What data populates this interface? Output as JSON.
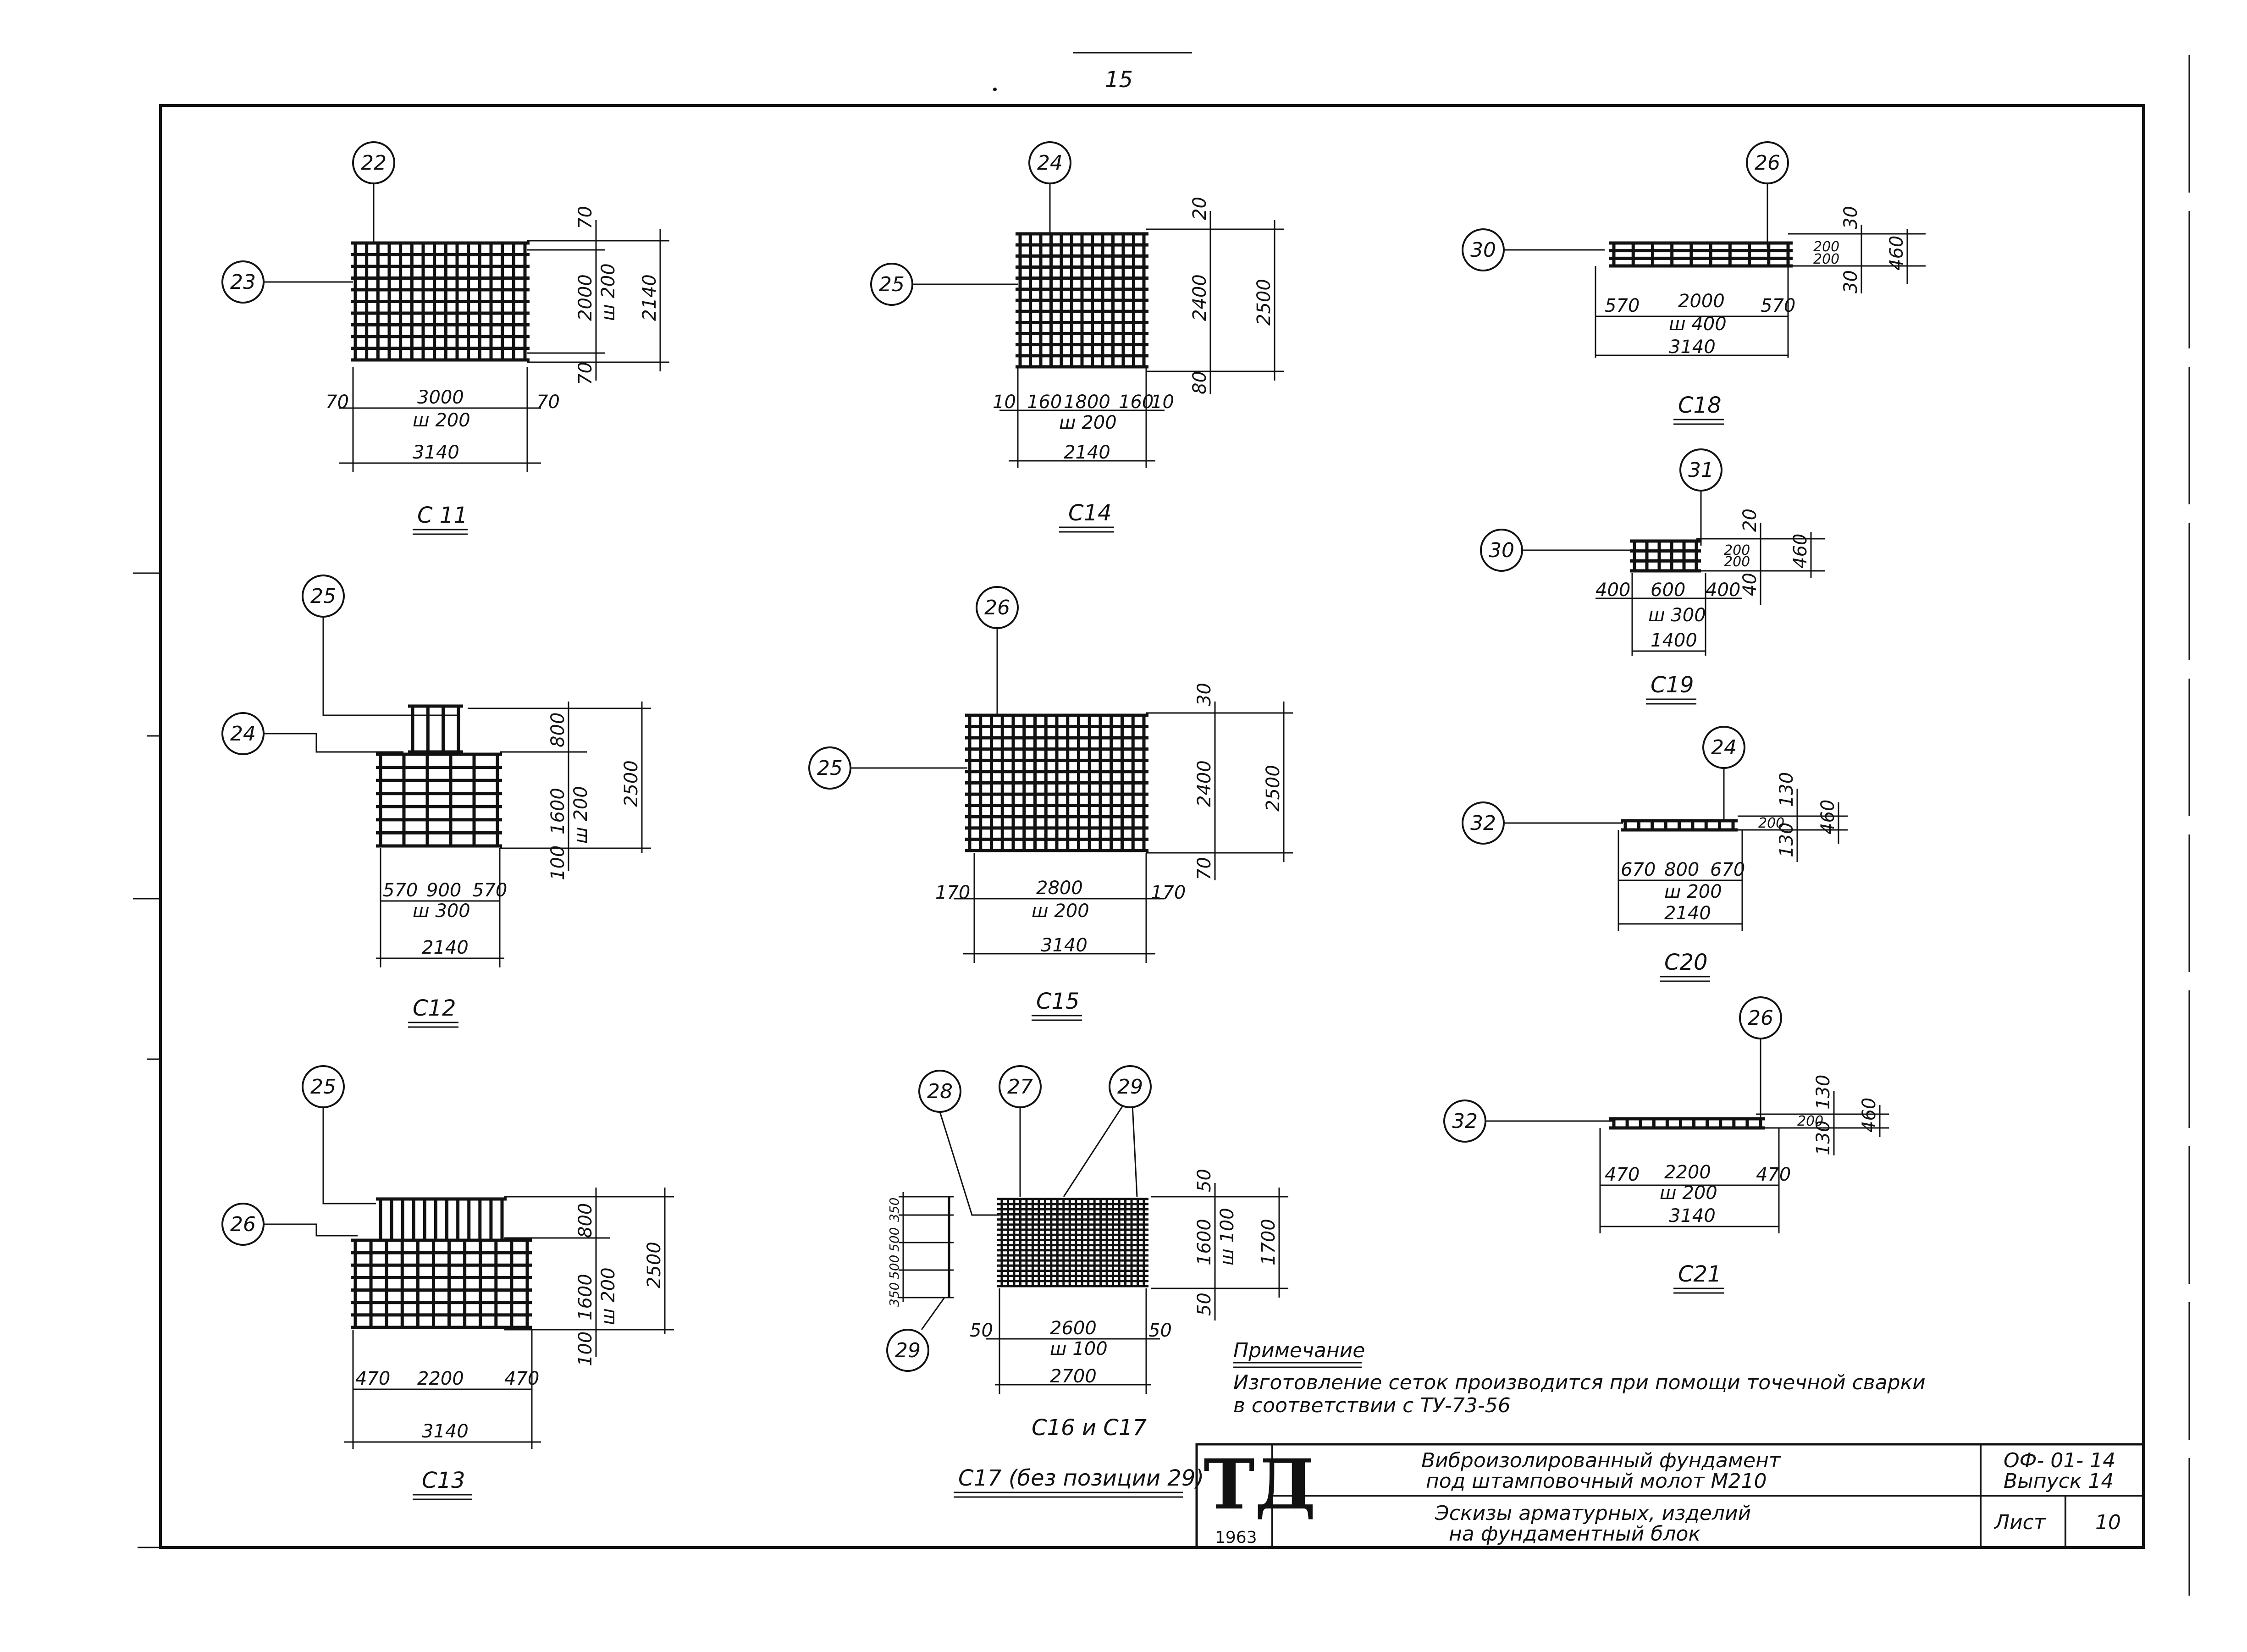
{
  "sheet_top_number": "15",
  "panels": [
    {
      "id": "c11",
      "caption": "С 11",
      "bubbles": [
        "22",
        "23"
      ],
      "labels": [
        "70",
        "2000",
        "ш 200",
        "2140",
        "70",
        "70",
        "3000",
        "70",
        "ш 200",
        "3140"
      ]
    },
    {
      "id": "c14",
      "caption": "С14",
      "bubbles": [
        "24",
        "25"
      ],
      "labels": [
        "20",
        "2400",
        "2500",
        "80",
        "10",
        "160",
        "1800",
        "160",
        "10",
        "ш 200",
        "2140"
      ]
    },
    {
      "id": "c18",
      "caption": "С18",
      "bubbles": [
        "26",
        "30"
      ],
      "labels": [
        "30",
        "200",
        "200",
        "30",
        "460",
        "570",
        "2000",
        "570",
        "ш 400",
        "3140"
      ]
    },
    {
      "id": "c19",
      "caption": "С19",
      "bubbles": [
        "31",
        "30"
      ],
      "labels": [
        "20",
        "200",
        "200",
        "40",
        "460",
        "400",
        "600",
        "400",
        "ш 300",
        "1400"
      ]
    },
    {
      "id": "c12",
      "caption": "С12",
      "bubbles": [
        "25",
        "24"
      ],
      "labels": [
        "800",
        "1600",
        "ш 200",
        "2500",
        "100",
        "570",
        "900",
        "570",
        "ш 300",
        "2140"
      ]
    },
    {
      "id": "c15",
      "caption": "С15",
      "bubbles": [
        "26",
        "25"
      ],
      "labels": [
        "30",
        "2400",
        "2500",
        "70",
        "170",
        "2800",
        "170",
        "ш 200",
        "3140"
      ]
    },
    {
      "id": "c20",
      "caption": "С20",
      "bubbles": [
        "24",
        "32"
      ],
      "labels": [
        "130",
        "200",
        "130",
        "460",
        "670",
        "800",
        "670",
        "ш 200",
        "2140"
      ]
    },
    {
      "id": "c21",
      "caption": "С21",
      "bubbles": [
        "26",
        "32"
      ],
      "labels": [
        "130",
        "200",
        "130",
        "460",
        "470",
        "2200",
        "470",
        "ш 200",
        "3140"
      ]
    },
    {
      "id": "c13",
      "caption": "С13",
      "bubbles": [
        "25",
        "26"
      ],
      "labels": [
        "800",
        "1600",
        "ш 200",
        "2500",
        "100",
        "470",
        "2200",
        "470",
        "3140"
      ]
    },
    {
      "id": "c16",
      "caption": "С16 и С17",
      "caption2": "С17 (без позиции 29)",
      "bubbles": [
        "28",
        "27",
        "29",
        "29"
      ],
      "labels": [
        "50",
        "1600",
        "ш 100",
        "1700",
        "50",
        "50",
        "2600",
        "50",
        "ш 100",
        "2700",
        "350",
        "500",
        "500",
        "350"
      ]
    }
  ],
  "note": {
    "title": "Примечание",
    "line1": "Изготовление   сеток  производится  при помощи  точечной  сварки",
    "line2": "в соответствии  с  ТУ-73-56"
  },
  "title_block": {
    "logo": "ТД",
    "year": "1963",
    "title1": "Виброизолированный  фундамент",
    "title2": "под  штамповочный  молот  М210",
    "desc1": "Эскизы  арматурных, изделий",
    "desc2": "на  фундаментный  блок",
    "code": "ОФ- 01- 14",
    "issue": "Выпуск 14",
    "sheet_label": "Лист",
    "sheet_no": "10"
  }
}
